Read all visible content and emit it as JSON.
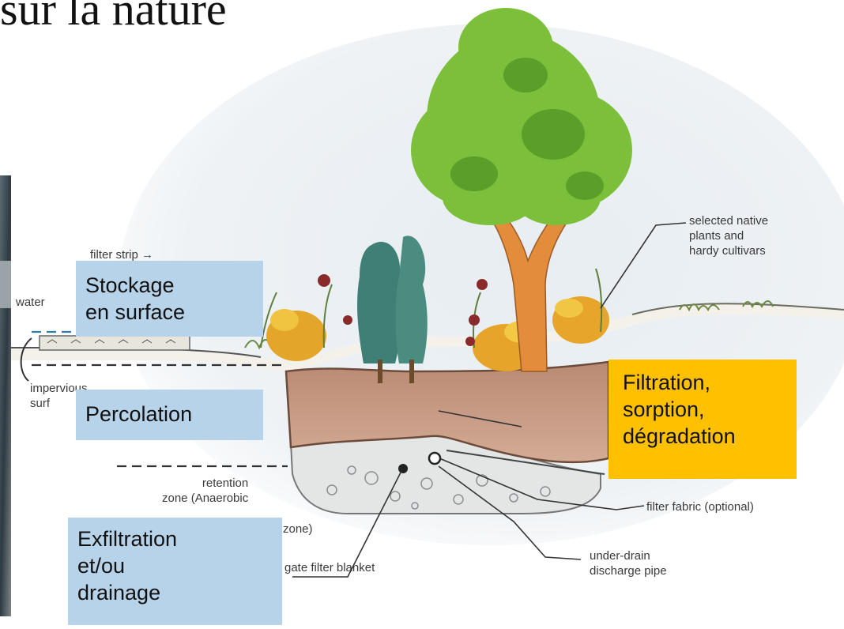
{
  "page": {
    "title_fragment": "sur la nature"
  },
  "diagram_labels": {
    "filter_strip": "filter strip →",
    "water": "water",
    "impervious_surface": "impervious\nsurf",
    "selected_native_plants": "selected native\nplants and\nhardy cultivars",
    "retention_zone": "retention\nzone (Anaerobic",
    "retention_zone_end": "zone)",
    "aggregate_filter_blanket": "gate filter blanket",
    "filter_fabric": "filter fabric (optional)",
    "under_drain": "under-drain\ndischarge pipe"
  },
  "callouts": {
    "surface_storage": "Stockage\nen surface",
    "percolation": "Percolation",
    "exfiltration": "Exfiltration\net/ou\ndrainage",
    "filtration": "Filtration,\nsorption,\ndégradation"
  },
  "colors": {
    "callout_blue": "#b7d3ea",
    "callout_orange": "#ffc000",
    "soil": "#c89a82",
    "gravel": "#e4e6e6",
    "sky": "#dfe7ee",
    "tree_foliage": "#7cbf3a",
    "trunk": "#e38d3c"
  }
}
